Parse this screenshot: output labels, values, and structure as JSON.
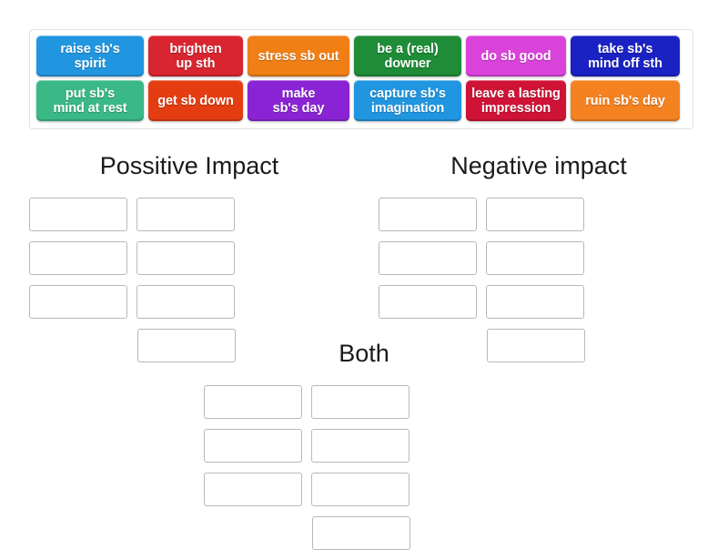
{
  "tray": {
    "name": "draggable-word-tiles",
    "rows": [
      [
        {
          "label": "raise sb's spirit",
          "lines": [
            "raise sb's",
            "spirit"
          ],
          "color": "#2196e0",
          "width": 118
        },
        {
          "label": "brighten up sth",
          "lines": [
            "brighten",
            "up sth"
          ],
          "color": "#d8252f",
          "width": 104
        },
        {
          "label": "stress sb out",
          "lines": [
            "stress sb out"
          ],
          "color": "#f07f16",
          "width": 112
        },
        {
          "label": "be a (real) downer",
          "lines": [
            "be a (real)",
            "downer"
          ],
          "color": "#1f8c38",
          "width": 118
        },
        {
          "label": "do sb good",
          "lines": [
            "do sb good"
          ],
          "color": "#d943d9",
          "width": 110
        },
        {
          "label": "take sb's mind off sth",
          "lines": [
            "take sb's",
            "mind off sth"
          ],
          "color": "#1a22c4",
          "width": 120
        }
      ],
      [
        {
          "label": "put sb's mind at rest",
          "lines": [
            "put sb's",
            "mind at rest"
          ],
          "color": "#3ab885",
          "width": 118
        },
        {
          "label": "get sb down",
          "lines": [
            "get sb down"
          ],
          "color": "#e43d12",
          "width": 104
        },
        {
          "label": "make sb's day",
          "lines": [
            "make",
            "sb's day"
          ],
          "color": "#8a23d4",
          "width": 112
        },
        {
          "label": "capture sb's imagination",
          "lines": [
            "capture sb's",
            "imagination"
          ],
          "color": "#2196e0",
          "width": 118
        },
        {
          "label": "leave a lasting impression",
          "lines": [
            "leave a lasting",
            "impression"
          ],
          "color": "#cf1336",
          "width": 110
        },
        {
          "label": "ruin sb's day",
          "lines": [
            "ruin sb's day"
          ],
          "color": "#f58220",
          "width": 120
        }
      ]
    ]
  },
  "groups": [
    {
      "id": "positive",
      "title": "Possitive Impact",
      "slot_count": 7,
      "slots": [
        "",
        "",
        "",
        "",
        "",
        "",
        ""
      ]
    },
    {
      "id": "negative",
      "title": "Negative impact",
      "slot_count": 7,
      "slots": [
        "",
        "",
        "",
        "",
        "",
        "",
        ""
      ]
    },
    {
      "id": "both",
      "title": "Both",
      "slot_count": 7,
      "slots": [
        "",
        "",
        "",
        "",
        "",
        "",
        ""
      ]
    }
  ],
  "colors": {
    "page_background": "#ffffff",
    "tray_border": "#e2e2e2",
    "dropzone_border": "#b8b8b8",
    "heading_text": "#1a1a1a",
    "tile_text": "#ffffff"
  }
}
